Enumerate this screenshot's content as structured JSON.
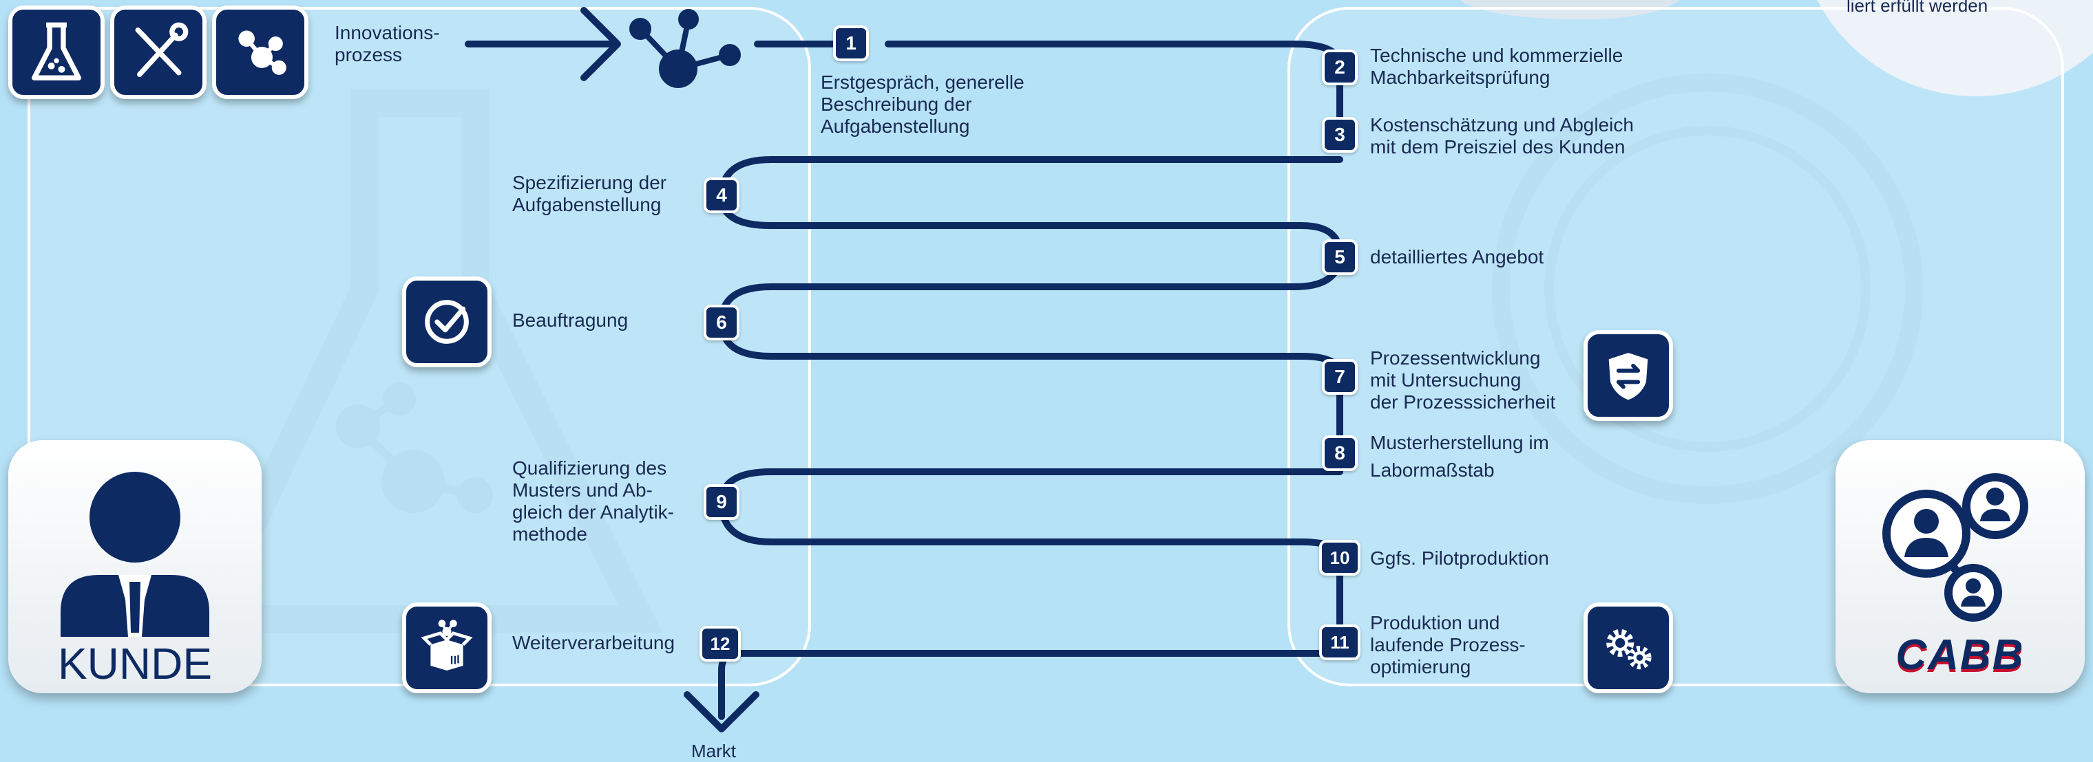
{
  "header": {
    "process_label": "Innovations-\nprozess",
    "corner_note": "liert erfüllt werden"
  },
  "customer_card": {
    "label": "KUNDE"
  },
  "partner_card": {
    "logo_text": "CABB"
  },
  "market_label": "Markt",
  "steps": [
    {
      "number": "1",
      "text": "Erstgespräch, generelle\nBeschreibung der\nAufgabenstellung"
    },
    {
      "number": "2",
      "text": "Technische und kommerzielle\nMachbarkeitsprüfung"
    },
    {
      "number": "3",
      "text": "Kostenschätzung und Abgleich\nmit dem Preisziel des Kunden"
    },
    {
      "number": "4",
      "text": "Spezifizierung der\nAufgabenstellung"
    },
    {
      "number": "5",
      "text": "detailliertes Angebot"
    },
    {
      "number": "6",
      "text": "Beauftragung"
    },
    {
      "number": "7",
      "text": "Prozessentwicklung\nmit Untersuchung\nder Prozesssicherheit"
    },
    {
      "number": "8",
      "text": "Musterherstellung im\nLabormaßstab"
    },
    {
      "number": "9",
      "text": "Qualifizierung des\nMusters und Ab-\ngleich der Analytik-\nmethode"
    },
    {
      "number": "10",
      "text": "Ggfs. Pilotproduktion"
    },
    {
      "number": "11",
      "text": "Produktion und\nlaufende Prozess-\noptimierung"
    },
    {
      "number": "12",
      "text": "Weiterverarbeitung"
    }
  ],
  "icons": {
    "top_row": [
      "flask-icon",
      "tools-icon",
      "molecule-icon"
    ],
    "approval": "checkmark-icon",
    "process_safety": "shield-exchange-icon",
    "processing": "box-icon",
    "production": "gears-icon"
  },
  "colors": {
    "navy": "#0d2a63",
    "background": "#b6e2f7",
    "white": "#ffffff",
    "brand_red": "#c8102e"
  }
}
